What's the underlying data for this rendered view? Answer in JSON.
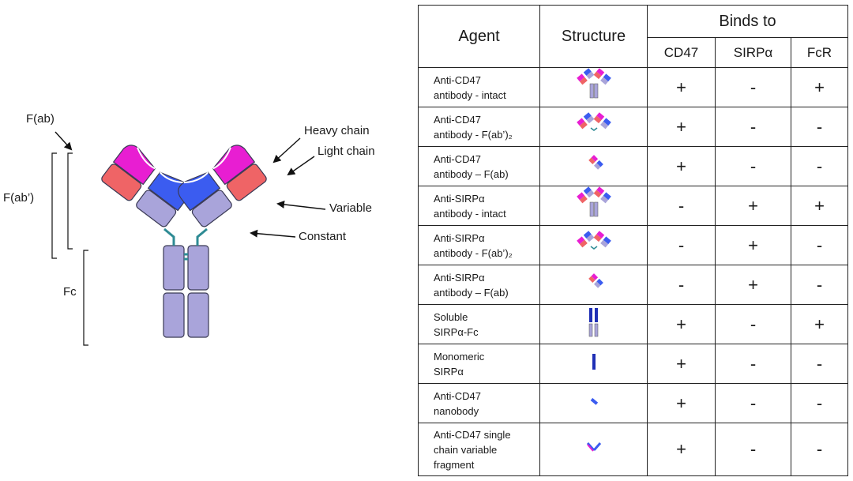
{
  "diagram": {
    "labels": {
      "fab": "F(ab)",
      "fab_prime": "F(ab’)",
      "fc": "Fc",
      "heavy_chain": "Heavy chain",
      "light_chain": "Light chain",
      "variable": "Variable",
      "constant": "Constant"
    },
    "colors": {
      "heavy_variable": "#3b5cf0",
      "light_variable": "#e81ed2",
      "light_constant": "#ef6466",
      "heavy_constant": "#a9a4da",
      "hinge": "#2e8b94"
    }
  },
  "table": {
    "headers": {
      "agent": "Agent",
      "structure": "Structure",
      "binds_to": "Binds to",
      "cd47": "CD47",
      "sirpa": "SIRPα",
      "fcr": "FcR"
    },
    "rows": [
      {
        "agent_line1": "Anti-CD47",
        "agent_line2": "antibody - intact",
        "agent_line3": "",
        "structure_icon": "intact-antibody-icon",
        "cd47": "+",
        "sirpa": "-",
        "fcr": "+"
      },
      {
        "agent_line1": "Anti-CD47",
        "agent_line2": "antibody - F(ab’)₂",
        "agent_line3": "",
        "structure_icon": "fab2-fragment-icon",
        "cd47": "+",
        "sirpa": "-",
        "fcr": "-"
      },
      {
        "agent_line1": "Anti-CD47",
        "agent_line2": "antibody – F(ab)",
        "agent_line3": "",
        "structure_icon": "fab-fragment-icon",
        "cd47": "+",
        "sirpa": "-",
        "fcr": "-"
      },
      {
        "agent_line1": "Anti-SIRPα",
        "agent_line2": "antibody - intact",
        "agent_line3": "",
        "structure_icon": "intact-antibody-icon",
        "cd47": "-",
        "sirpa": "+",
        "fcr": "+"
      },
      {
        "agent_line1": "Anti-SIRPα",
        "agent_line2": "antibody - F(ab’)₂",
        "agent_line3": "",
        "structure_icon": "fab2-fragment-icon",
        "cd47": "-",
        "sirpa": "+",
        "fcr": "-"
      },
      {
        "agent_line1": "Anti-SIRPα",
        "agent_line2": "antibody – F(ab)",
        "agent_line3": "",
        "structure_icon": "fab-fragment-icon",
        "cd47": "-",
        "sirpa": "+",
        "fcr": "-"
      },
      {
        "agent_line1": "Soluble",
        "agent_line2": "SIRPα-Fc",
        "agent_line3": "",
        "structure_icon": "sirpa-fc-icon",
        "cd47": "+",
        "sirpa": "-",
        "fcr": "+"
      },
      {
        "agent_line1": "Monomeric",
        "agent_line2": "SIRPα",
        "agent_line3": "",
        "structure_icon": "monomeric-sirpa-icon",
        "cd47": "+",
        "sirpa": "-",
        "fcr": "-"
      },
      {
        "agent_line1": "Anti-CD47",
        "agent_line2": "nanobody",
        "agent_line3": "",
        "structure_icon": "nanobody-icon",
        "cd47": "+",
        "sirpa": "-",
        "fcr": "-"
      },
      {
        "agent_line1": "Anti-CD47 single",
        "agent_line2": "chain variable",
        "agent_line3": "fragment",
        "structure_icon": "scfv-icon",
        "cd47": "+",
        "sirpa": "-",
        "fcr": "-"
      }
    ]
  }
}
